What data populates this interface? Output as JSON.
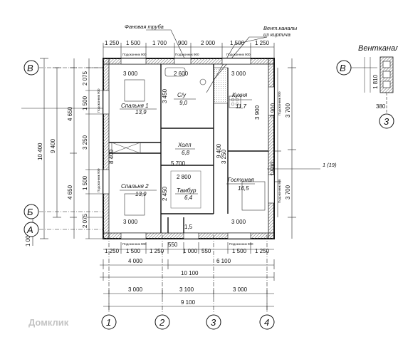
{
  "notes": {
    "fan_pipe": "Фановая труба",
    "vent_channels_line1": "Вент.каналы",
    "vent_channels_line2": "из кирпича",
    "vent_title": "Вентканал",
    "window_label": "Подоконник 900",
    "level_mark": "1 (19)"
  },
  "rooms": [
    {
      "name": "Спальня 1",
      "area": "13,9"
    },
    {
      "name": "С/у",
      "area": "9,0"
    },
    {
      "name": "Кухня",
      "area": "11,7"
    },
    {
      "name": "Холл",
      "area": "6,8"
    },
    {
      "name": "Спальня 2",
      "area": "13,9"
    },
    {
      "name": "Тамбур",
      "area": "6,4"
    },
    {
      "name": "Гостиная",
      "area": "16,5"
    }
  ],
  "axes": {
    "bottom": [
      "1",
      "2",
      "3",
      "4"
    ],
    "left": [
      "В",
      "Б",
      "А"
    ],
    "right": [
      "В"
    ],
    "right_small": [
      "3"
    ]
  },
  "dims_top": [
    "1 250",
    "1 500",
    "1 700",
    "900",
    "2 000",
    "1 500",
    "1 250"
  ],
  "dims_bottom_row1": [
    "1 250",
    "1 500",
    "1 250",
    "1 000",
    "550",
    "1 500",
    "1 250"
  ],
  "dims_bottom_row1b": [
    "550"
  ],
  "dims_bottom_row2": [
    "4 000",
    "6 100"
  ],
  "dims_bottom_total": "10 100",
  "dims_bottom_axes": [
    "3 000",
    "3 100",
    "3 000"
  ],
  "dims_bottom_axes_total": "9 100",
  "dims_left_col1": [
    "2 075",
    "1 500",
    "3 250",
    "1 500",
    "2 075"
  ],
  "dims_left_col2": [
    "4 650",
    "4 650"
  ],
  "dims_left_total1": "9 400",
  "dims_left_total2": "10 400",
  "dims_left_extra": [
    "8 400",
    "1 000"
  ],
  "dims_right": [
    "3 700",
    "3 900",
    "1 500",
    "3 700"
  ],
  "inner_dims": [
    "3 000",
    "2 600",
    "3 000",
    "3 450",
    "3 900",
    "5 700",
    "3 250",
    "9 400",
    "2 800",
    "2 450",
    "3 000",
    "1,5",
    "3 000"
  ],
  "vent_dims": [
    "1 810",
    "380"
  ],
  "watermark": "Домклик"
}
